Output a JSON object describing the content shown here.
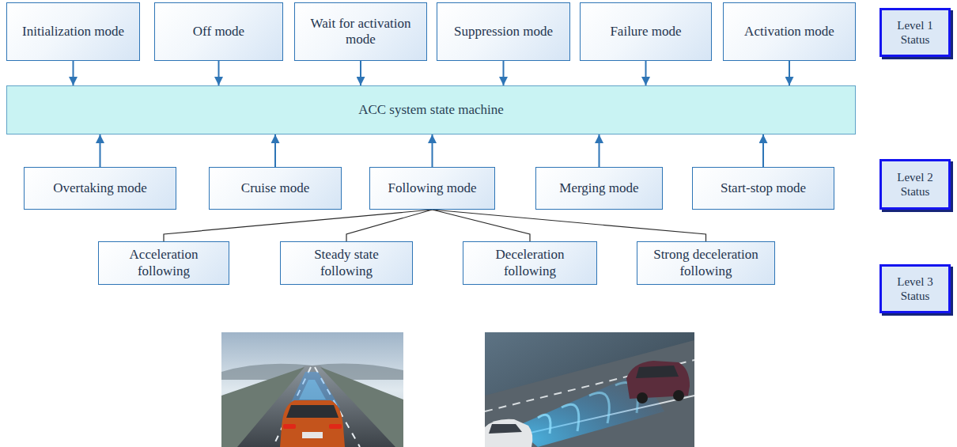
{
  "diagram": {
    "nodes": [
      {
        "text": [
          "Initialization mode"
        ]
      },
      {
        "text": [
          "Off mode"
        ]
      },
      {
        "text": [
          "Wait for activation mode"
        ]
      },
      {
        "text": [
          "Suppression mode"
        ]
      },
      {
        "text": [
          "Failure mode"
        ]
      },
      {
        "text": [
          "Activation mode"
        ]
      },
      {
        "text": [
          "Level 1 Status"
        ]
      },
      {
        "text": [
          "ACC system state machine"
        ]
      },
      {
        "text": [
          "Overtaking  mode"
        ]
      },
      {
        "text": [
          "Cruise mode"
        ]
      },
      {
        "text": [
          "Following mode"
        ]
      },
      {
        "text": [
          "Merging mode"
        ]
      },
      {
        "text": [
          "Start-stop mode"
        ]
      },
      {
        "text": [
          "Level 2 Status"
        ]
      },
      {
        "text": [
          "Acceleration following"
        ]
      },
      {
        "text": [
          "Steady state following"
        ]
      },
      {
        "text": [
          "Deceleration following"
        ]
      },
      {
        "text": [
          "Strong deceleration following"
        ]
      },
      {
        "text": [
          "Level 3 Status"
        ]
      }
    ],
    "edges": [
      {
        "from": 0,
        "to": 7,
        "arrow": "to"
      },
      {
        "from": 1,
        "to": 7,
        "arrow": "to"
      },
      {
        "from": 2,
        "to": 7,
        "arrow": "to"
      },
      {
        "from": 3,
        "to": 7,
        "arrow": "to"
      },
      {
        "from": 4,
        "to": 7,
        "arrow": "to"
      },
      {
        "from": 5,
        "to": 7,
        "arrow": "to"
      },
      {
        "from": 8,
        "to": 7,
        "arrow": "to"
      },
      {
        "from": 9,
        "to": 7,
        "arrow": "to"
      },
      {
        "from": 10,
        "to": 7,
        "arrow": "to"
      },
      {
        "from": 11,
        "to": 7,
        "arrow": "to"
      },
      {
        "from": 12,
        "to": 7,
        "arrow": "to"
      },
      {
        "from": 10,
        "to": 14,
        "arrow": "none"
      },
      {
        "from": 10,
        "to": 15,
        "arrow": "none"
      },
      {
        "from": 10,
        "to": 16,
        "arrow": "none"
      },
      {
        "from": 10,
        "to": 17,
        "arrow": "none"
      }
    ]
  }
}
